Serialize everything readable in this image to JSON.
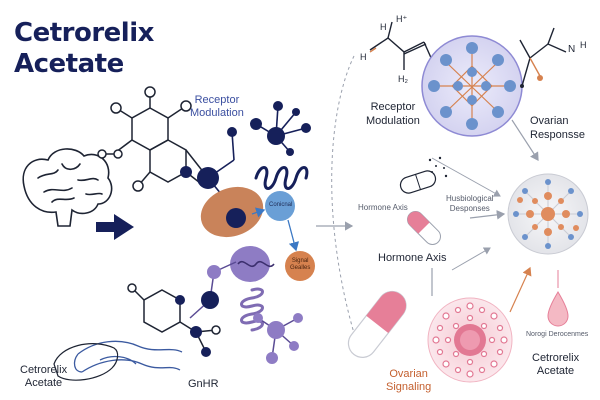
{
  "title": {
    "line1": "Cetrorelix",
    "line2": "Acetate"
  },
  "labels": {
    "receptor_modulation_center": [
      "Receptor",
      "Modulation"
    ],
    "receptor_modulation_right": [
      "Receptor",
      "Modulation"
    ],
    "ovarian_response": [
      "Ovarian",
      "Responsse"
    ],
    "hormone_axis_small": "Hormone Axis",
    "hormone_axis": "Hormone Axis",
    "husbiological_responses": [
      "Husbiological",
      "Desponses"
    ],
    "ovarian_signaling": [
      "Ovarian",
      "Signaling"
    ],
    "cetrorelix_acetate_bottom_left": [
      "Cetrorelix",
      "Acetate"
    ],
    "cetrorelix_acetate_bottom_right": [
      "Cetrorelix",
      "Acetate"
    ],
    "gnhr": "GnHR",
    "norogi_derocenmes": [
      "Norogi Derocenmes"
    ],
    "node_conical": "Conicnal",
    "node_signal": [
      "Signal",
      "Gealles"
    ],
    "chem_h_plus": "H⁺",
    "chem_h_top": "H",
    "chem_h_mid": "H",
    "chem_h_low": "H₂",
    "chem_n": "N",
    "chem_h_right": "H"
  },
  "colors": {
    "navy": "#16205a",
    "orange": "#d6824f",
    "purple": "#7f6cb3",
    "blue_node": "#6b92cc",
    "pink": "#e67f98",
    "lavender": "#dcdcf3",
    "text": "#1e2433"
  },
  "icons": [
    "brain-icon",
    "arrow-right-icon",
    "capsule-icon",
    "pill-icon",
    "droplet-icon"
  ]
}
